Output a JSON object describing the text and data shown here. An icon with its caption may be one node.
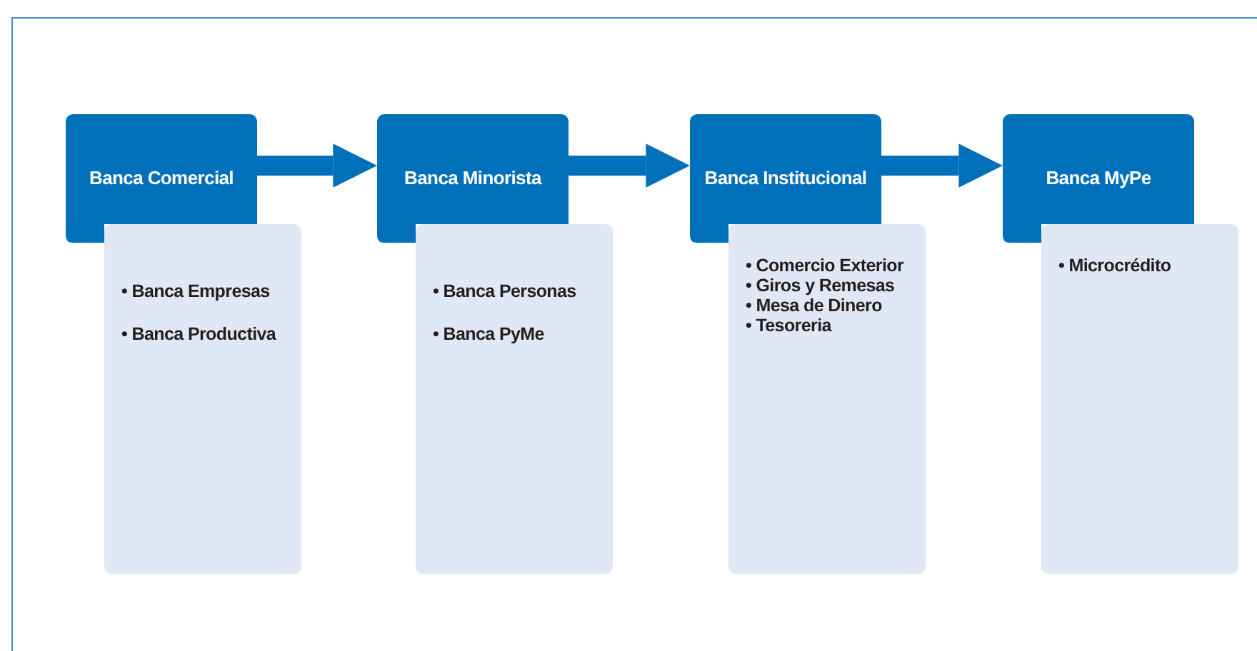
{
  "diagram": {
    "nodes": [
      {
        "text": [
          "Banca Comercial"
        ]
      },
      {
        "text": [
          "• Banca Empresas",
          "• Banca Productiva"
        ]
      },
      {
        "text": [
          "Banca Minorista"
        ]
      },
      {
        "text": [
          "• Banca Personas",
          "• Banca PyMe"
        ]
      },
      {
        "text": [
          "Banca Institucional"
        ]
      },
      {
        "text": [
          "• Comercio Exterior",
          "• Giros y Remesas",
          "• Mesa de Dinero",
          "• Tesoreria"
        ]
      },
      {
        "text": [
          "Banca MyPe"
        ]
      },
      {
        "text": [
          "• Microcrédito"
        ]
      }
    ],
    "edges": [
      {
        "from": 0,
        "to": 2,
        "arrow": "to"
      },
      {
        "from": 2,
        "to": 4,
        "arrow": "to"
      },
      {
        "from": 4,
        "to": 6,
        "arrow": "to"
      }
    ]
  }
}
